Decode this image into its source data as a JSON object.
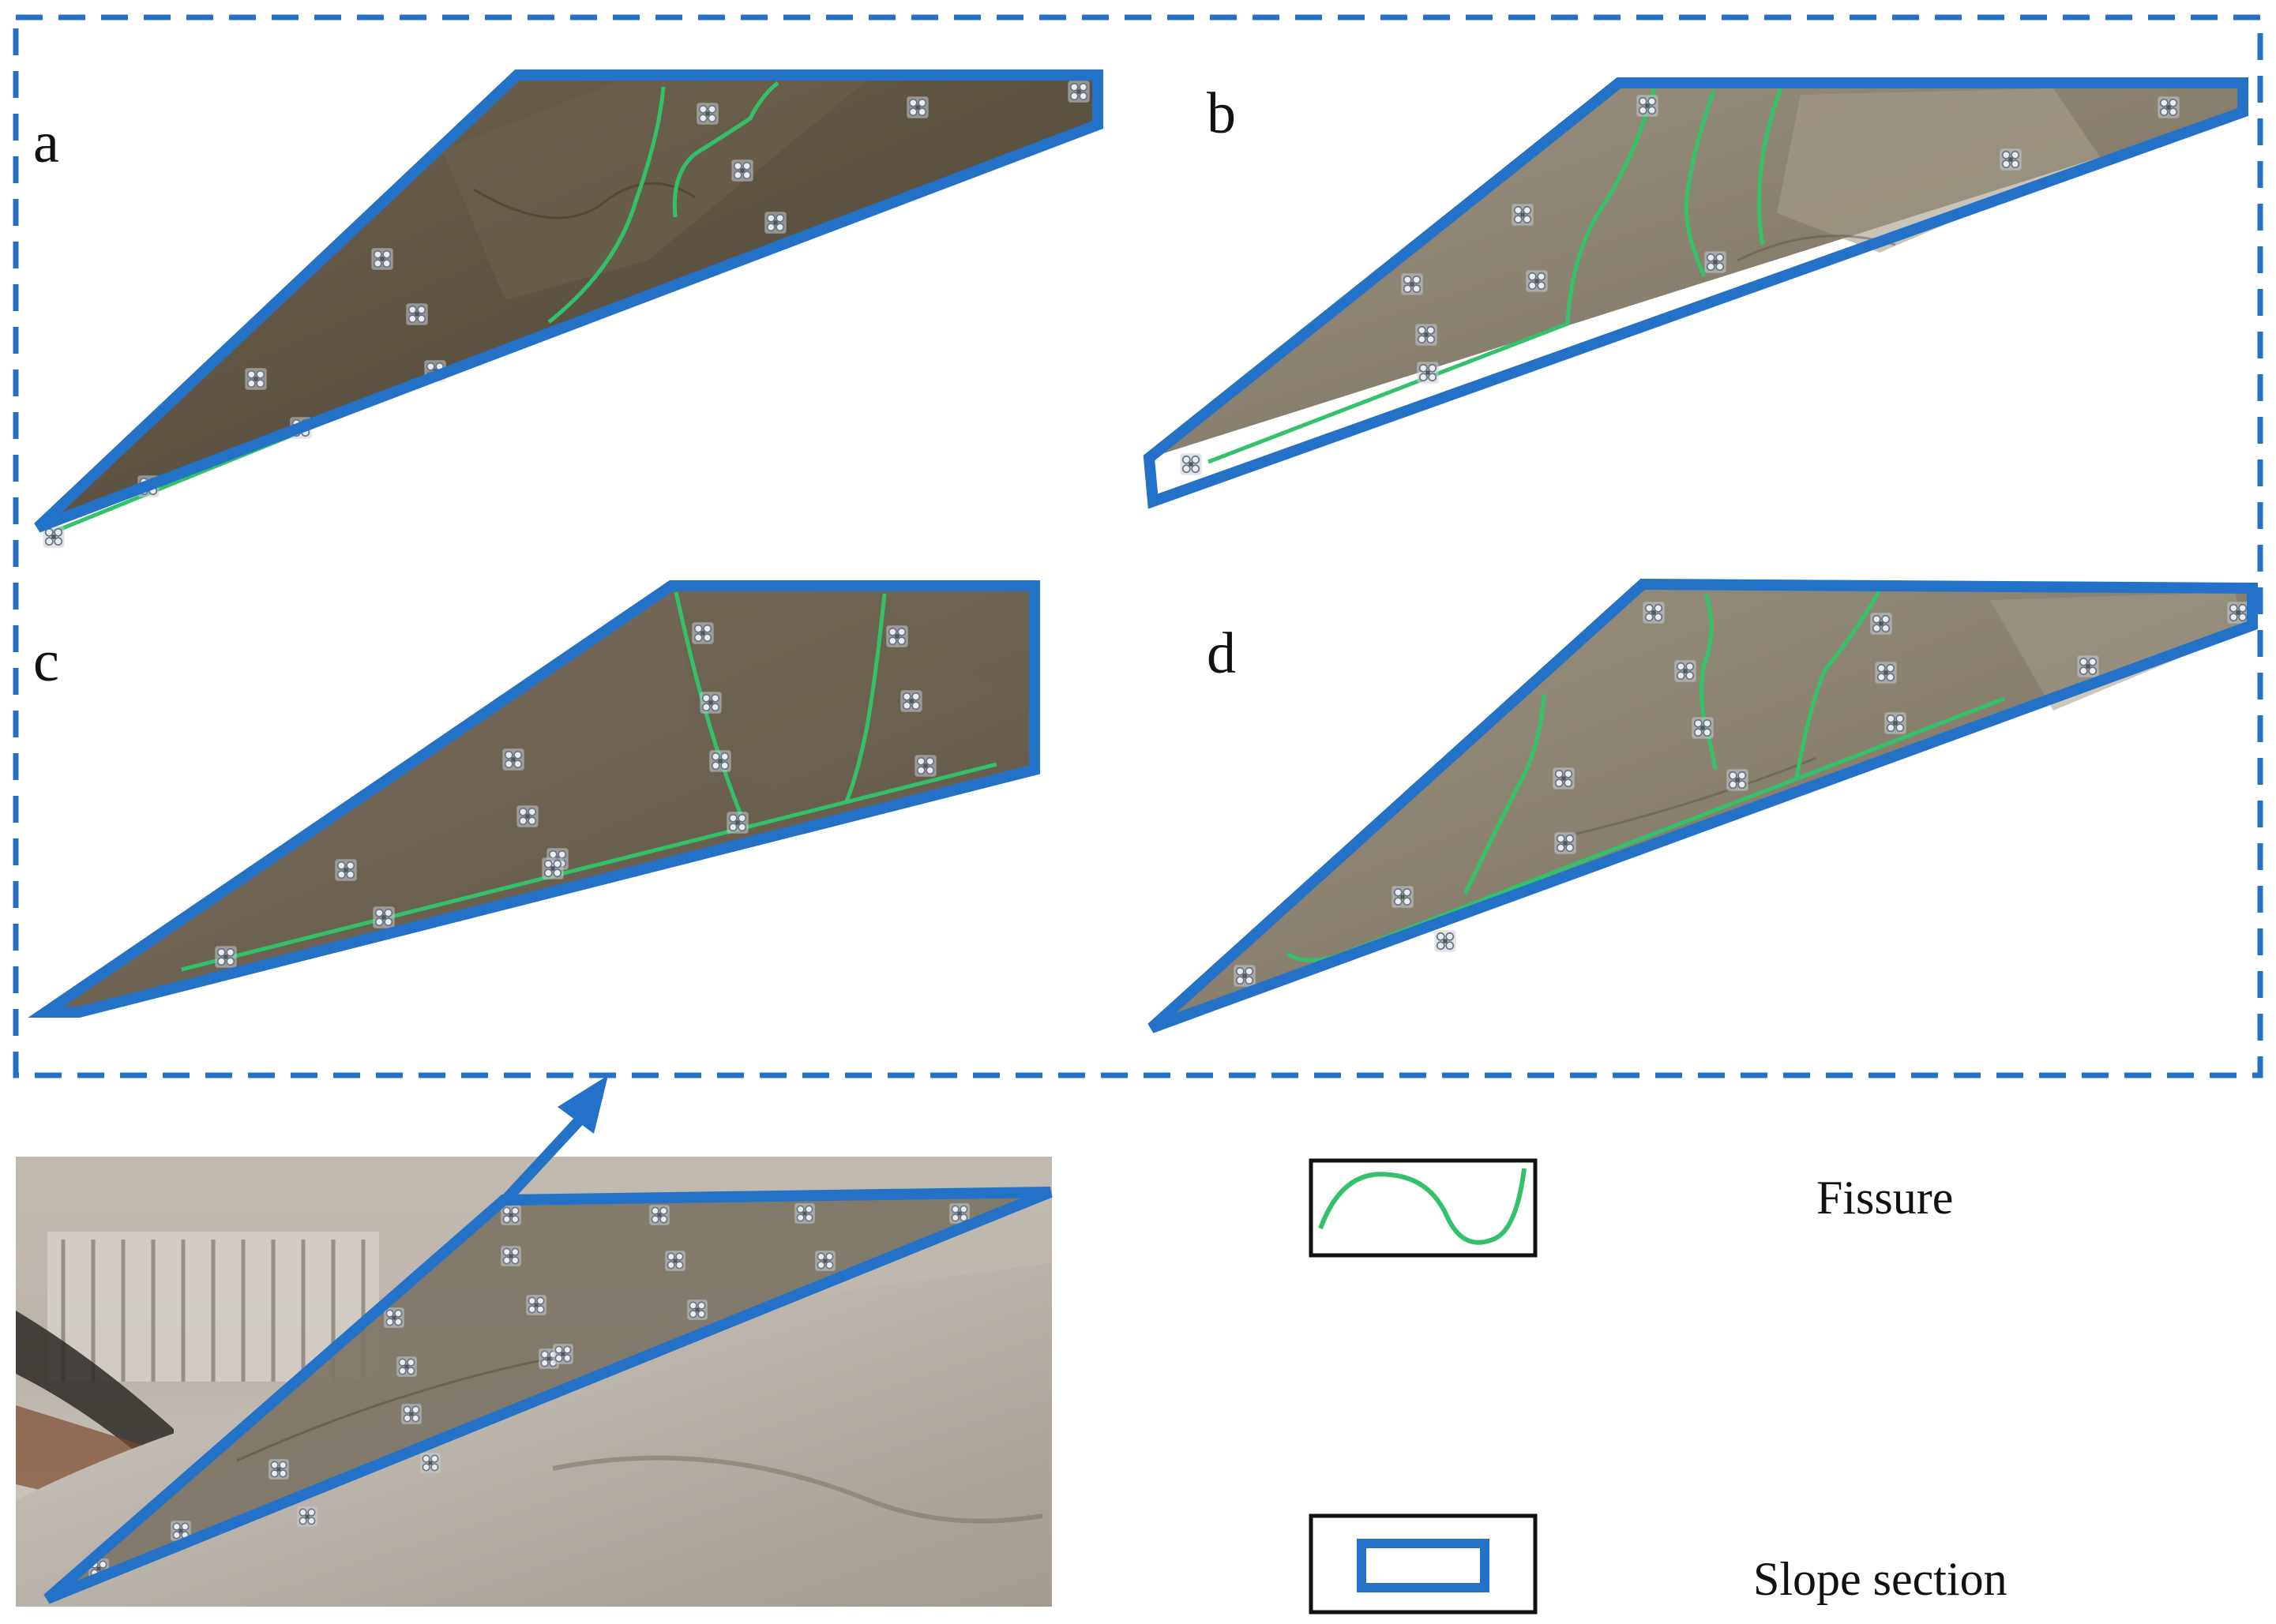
{
  "panels": {
    "a": {
      "label": "a"
    },
    "b": {
      "label": "b"
    },
    "c": {
      "label": "c"
    },
    "d": {
      "label": "d"
    }
  },
  "legend": {
    "fissure_label": "Fissure",
    "slope_section_label": "Slope section"
  },
  "colors": {
    "outline_blue": "#2472c8",
    "fissure_green": "#33c26a",
    "soil_dark": "#5e5443",
    "soil_light": "#8a8070",
    "background_photo": "#b8b0a6"
  },
  "icons": {
    "marker": "target-marker-icon",
    "arrow": "zoom-arrow-icon"
  }
}
